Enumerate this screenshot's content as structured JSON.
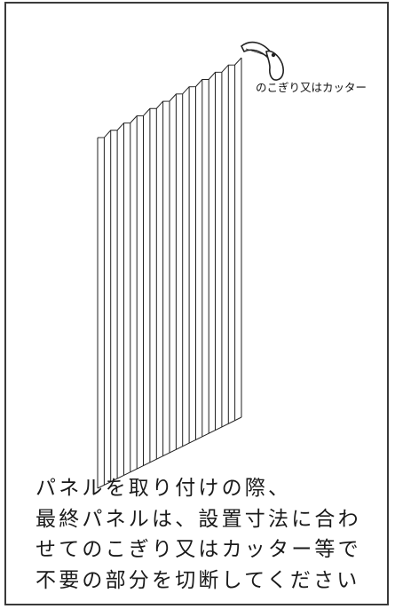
{
  "illustration": {
    "tool_label": "のこぎり又はカッター",
    "icons": [
      "saw-or-cutter-icon",
      "pleated-panel-illustration"
    ]
  },
  "caption": {
    "lines": [
      "パネルを取り付けの際、",
      "最終パネルは、設置寸法に合わ",
      "せてのこぎり又はカッター等で",
      "不要の部分を切断してください"
    ]
  }
}
